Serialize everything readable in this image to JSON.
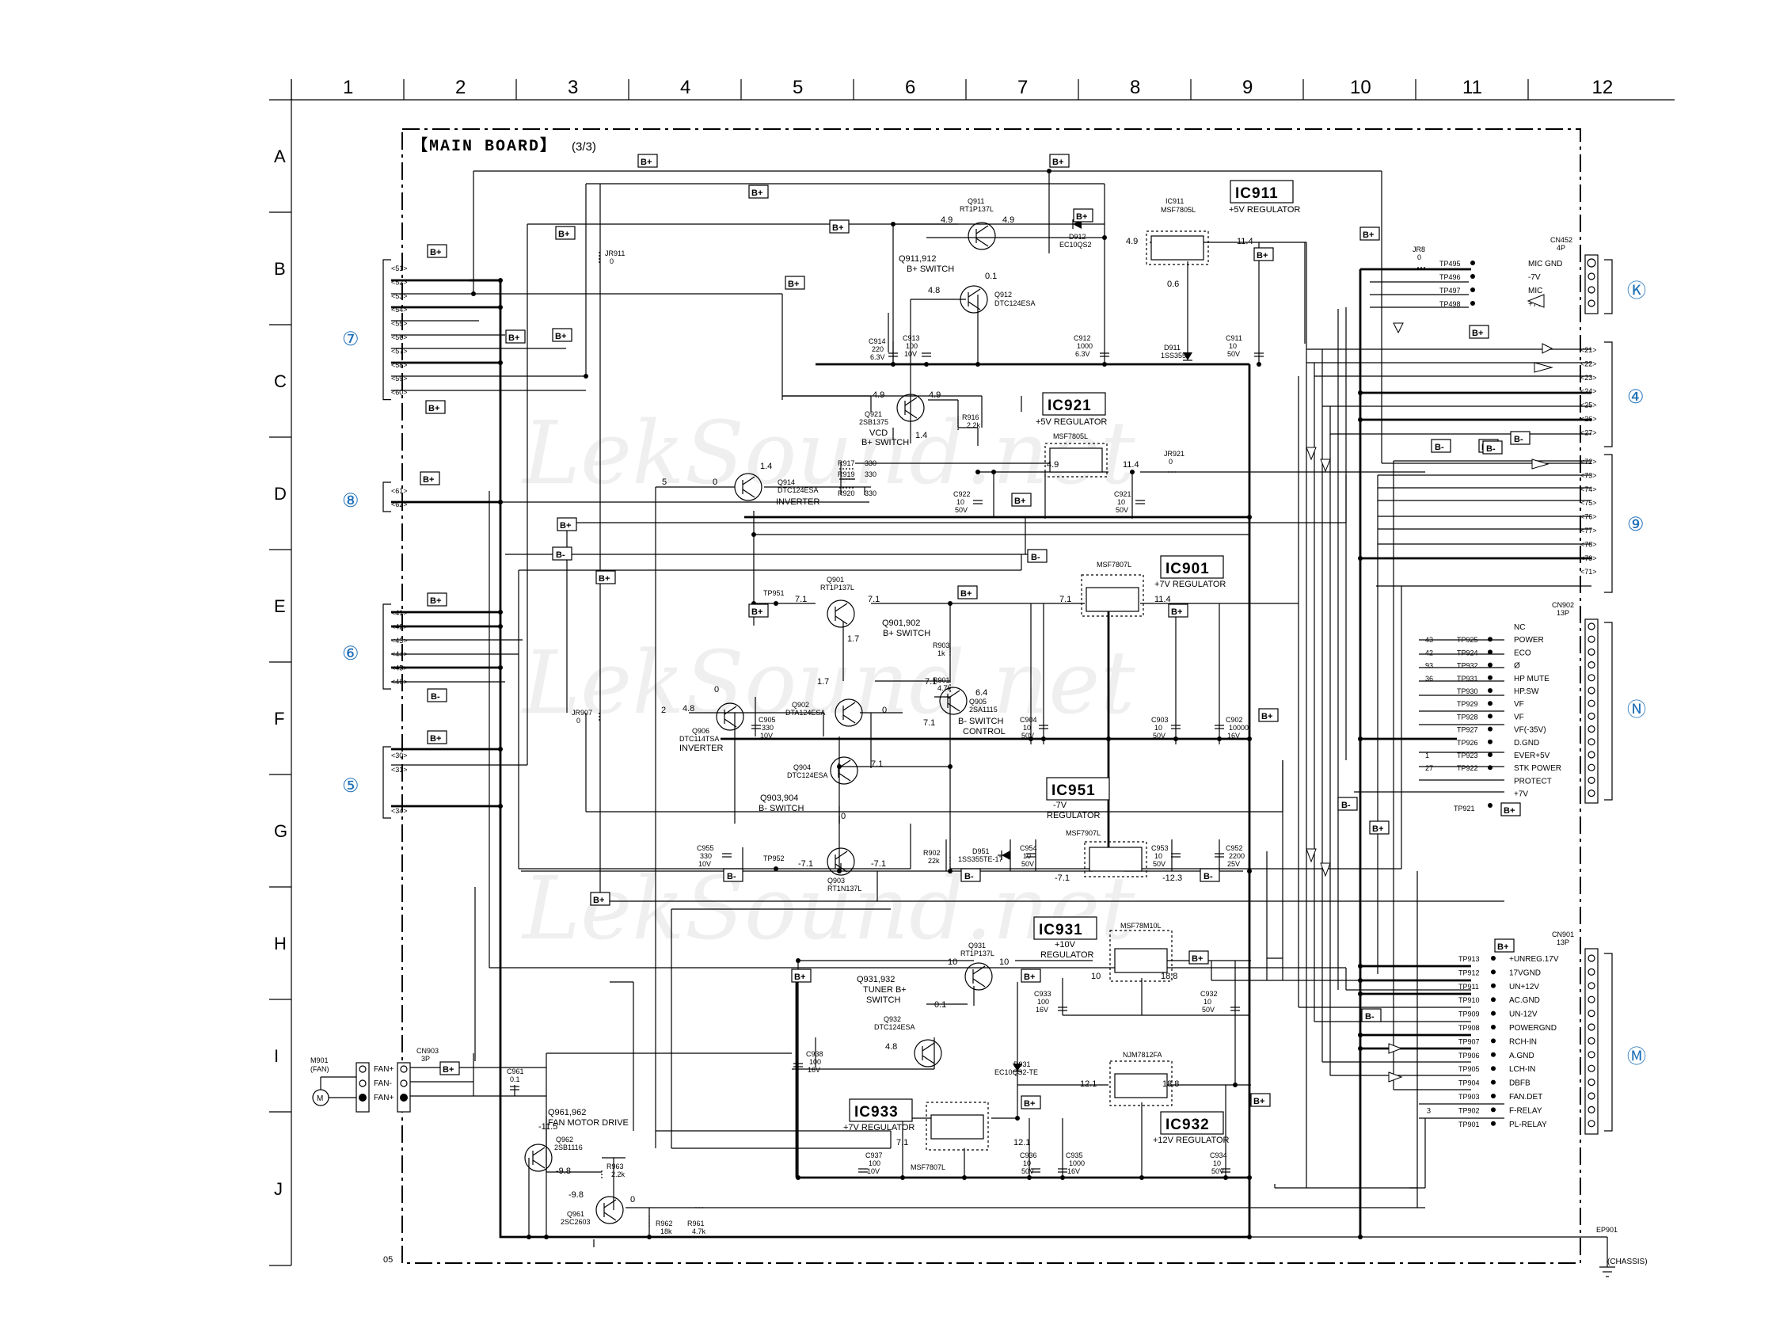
{
  "board": {
    "title": "【MAIN BOARD】",
    "subtitle": "(3/3)",
    "footer_code": "05"
  },
  "grid": {
    "columns": [
      "1",
      "2",
      "3",
      "4",
      "5",
      "6",
      "7",
      "8",
      "9",
      "10",
      "11",
      "12"
    ],
    "rows": [
      "A",
      "B",
      "C",
      "D",
      "E",
      "F",
      "G",
      "H",
      "I",
      "J"
    ]
  },
  "ics": [
    {
      "id": "ic911",
      "label": "IC911",
      "desc": "+5V REGULATOR",
      "part": "MSF7805L"
    },
    {
      "id": "ic921",
      "label": "IC921",
      "desc": "+5V REGULATOR",
      "part": "MSF7805L"
    },
    {
      "id": "ic901",
      "label": "IC901",
      "desc": "+7V REGULATOR",
      "part": "MSF7807L"
    },
    {
      "id": "ic951",
      "label": "IC951",
      "desc": "-7V REGULATOR",
      "part": "MSF7907L"
    },
    {
      "id": "ic931",
      "label": "IC931",
      "desc": "+10V REGULATOR",
      "part": "MSF78M10L"
    },
    {
      "id": "ic932",
      "label": "IC932",
      "desc": "+12V REGULATOR",
      "part": "NJM7812FA"
    },
    {
      "id": "ic933",
      "label": "IC933",
      "desc": "+7V REGULATOR",
      "part": "MSF7807L"
    }
  ],
  "transistors": {
    "q911": {
      "name": "Q911",
      "part": "RT1P137L"
    },
    "q912": {
      "name": "Q912",
      "part": "DTC124ESA"
    },
    "q911_912": {
      "func": "Q911,912",
      "func2": "B+ SWITCH"
    },
    "q921": {
      "name": "Q921",
      "part": "2SB1375",
      "func": "VCD",
      "func2": "B+ SWITCH"
    },
    "q914": {
      "name": "Q914",
      "part": "DTC124ESA",
      "func": "INVERTER"
    },
    "q901": {
      "name": "Q901",
      "part": "RT1P137L",
      "func": "Q901,902",
      "func2": "B+ SWITCH"
    },
    "q902": {
      "name": "Q902",
      "part": "DTA124ESA"
    },
    "q905": {
      "name": "Q905",
      "part": "2SA1115",
      "func": "B- SWITCH",
      "func2": "CONTROL"
    },
    "q906": {
      "name": "Q906",
      "part": "DTC114TSA",
      "func": "INVERTER"
    },
    "q904": {
      "name": "Q904",
      "part": "DTC124ESA",
      "func": "Q903,904",
      "func2": "B- SWITCH"
    },
    "q903": {
      "name": "Q903",
      "part": "RT1N137L"
    },
    "q931": {
      "name": "Q931",
      "part": "RT1P137L",
      "func": "Q931,932",
      "func2": "TUNER B+",
      "func3": "SWITCH"
    },
    "q932": {
      "name": "Q932",
      "part": "DTC124ESA"
    },
    "q962": {
      "name": "Q962",
      "part": "2SB1116",
      "func": "Q961,962",
      "func2": "FAN MOTOR DRIVE"
    },
    "q961": {
      "name": "Q961",
      "part": "2SC2603"
    }
  },
  "diodes": {
    "d912": {
      "name": "D912",
      "part": "EC10QS2"
    },
    "d911": {
      "name": "D911",
      "part": "1SS355"
    },
    "d951": {
      "name": "D951",
      "part": "1SS355TE-17"
    },
    "d931": {
      "name": "D931",
      "part": "EC10QS2-TE"
    }
  },
  "caps": {
    "c914": {
      "name": "C914",
      "v1": "220",
      "v2": "6.3V"
    },
    "c913": {
      "name": "C913",
      "v1": "100",
      "v2": "10V"
    },
    "c912": {
      "name": "C912",
      "v1": "1000",
      "v2": "6.3V"
    },
    "c911": {
      "name": "C911",
      "v1": "10",
      "v2": "50V"
    },
    "c922": {
      "name": "C922",
      "v1": "10",
      "v2": "50V"
    },
    "c921": {
      "name": "C921",
      "v1": "10",
      "v2": "50V"
    },
    "c905": {
      "name": "C905",
      "v1": "330",
      "v2": "10V"
    },
    "c904": {
      "name": "C904",
      "v1": "10",
      "v2": "50V"
    },
    "c903": {
      "name": "C903",
      "v1": "10",
      "v2": "50V"
    },
    "c902": {
      "name": "C902",
      "v1": "10000",
      "v2": "16V"
    },
    "c955": {
      "name": "C955",
      "v1": "330",
      "v2": "10V"
    },
    "c954": {
      "name": "C954",
      "v1": "10",
      "v2": "50V"
    },
    "c953": {
      "name": "C953",
      "v1": "10",
      "v2": "50V"
    },
    "c952": {
      "name": "C952",
      "v1": "2200",
      "v2": "25V"
    },
    "c933": {
      "name": "C933",
      "v1": "100",
      "v2": "16V"
    },
    "c932": {
      "name": "C932",
      "v1": "10",
      "v2": "50V"
    },
    "c938": {
      "name": "C938",
      "v1": "100",
      "v2": "16V"
    },
    "c937": {
      "name": "C937",
      "v1": "100",
      "v2": "10V"
    },
    "c936": {
      "name": "C936",
      "v1": "10",
      "v2": "50V"
    },
    "c935": {
      "name": "C935",
      "v1": "1000",
      "v2": "16V"
    },
    "c934": {
      "name": "C934",
      "v1": "10",
      "v2": "50V"
    },
    "c961": {
      "name": "C961",
      "v1": "0.1"
    }
  },
  "resistors": {
    "jr911": {
      "name": "JR911",
      "v": "0"
    },
    "jr907": {
      "name": "JR907",
      "v": "0"
    },
    "jr921": {
      "name": "JR921",
      "v": "0"
    },
    "jr8": {
      "name": "JR8",
      "v": "0"
    },
    "r916": {
      "name": "R916",
      "v": "2.2k"
    },
    "r917": {
      "name": "R917",
      "v": "330"
    },
    "r919": {
      "name": "R919",
      "v": "330"
    },
    "r920": {
      "name": "R920",
      "v": "330"
    },
    "r903": {
      "name": "R903",
      "v": "1k"
    },
    "r901": {
      "name": "R901",
      "v": "4.7k"
    },
    "r902": {
      "name": "R902",
      "v": "22k"
    },
    "r963": {
      "name": "R963",
      "v": "2.2k"
    },
    "r962": {
      "name": "R962",
      "v": "18k"
    },
    "r961": {
      "name": "R961",
      "v": "4.7k"
    }
  },
  "voltages": {
    "v_49a": "4.9",
    "v_49b": "4.9",
    "v_01": "0.1",
    "v_48": "4.8",
    "v_49c": "4.9",
    "v_114a": "11.4",
    "v_06": "0.6",
    "v_49d": "4.9",
    "v_49e": "4.9",
    "v_14": "1.4",
    "v_49f": "4.9",
    "v_114b": "11.4",
    "v_0a": "0",
    "v_14b": "1.4",
    "v_5": "5",
    "v_71a": "7.1",
    "v_71b": "7.1",
    "v_17a": "1.7",
    "v_71c": "7.1",
    "v_114c": "11.4",
    "v_0b": "0",
    "v_48b": "4.8",
    "v_17b": "1.7",
    "v_0c": "0",
    "v_71d": "7.1",
    "v_64": "6.4",
    "v_71e": "7.1",
    "v_2": "2",
    "v_71f": "7.1",
    "v_0d": "0",
    "v_m71a": "-7.1",
    "v_m71b": "-7.1",
    "v_m71c": "-7.1",
    "v_m123": "-12.3",
    "v_10a": "10",
    "v_10b": "10",
    "v_10c": "10",
    "v_188a": "18.8",
    "v_01b": "0.1",
    "v_48c": "4.8",
    "v_121": "12.1",
    "v_188b": "18.8",
    "v_71g": "7.1",
    "v_121b": "12.1",
    "v_m115": "-11.5",
    "v_m98a": "-9.8",
    "v_m98b": "-9.8",
    "v_0e": "0"
  },
  "tags": {
    "bplus": "B+",
    "bminus": "B-"
  },
  "tps": {
    "tp951": "TP951",
    "tp952": "TP952",
    "tp921": "TP921"
  },
  "left_connectors": {
    "c7": {
      "circle": "⑦",
      "pins": [
        "51",
        "52",
        "53",
        "54",
        "55",
        "56",
        "57",
        "58",
        "59",
        "60"
      ]
    },
    "c8": {
      "circle": "⑧",
      "pins": [
        "61",
        "62"
      ]
    },
    "c6": {
      "circle": "⑥",
      "pins": [
        "41",
        "42",
        "43",
        "44",
        "45",
        "46"
      ]
    },
    "c5": {
      "circle": "⑤",
      "pins": [
        "30",
        "31",
        "34"
      ]
    }
  },
  "right_connectors": {
    "k": {
      "circle": "Ⓚ",
      "name": "CN452",
      "pins_count": "4P",
      "rows": [
        {
          "tp": "TP495",
          "sig": "MIC GND"
        },
        {
          "tp": "TP496",
          "sig": "-7V"
        },
        {
          "tp": "TP497",
          "sig": "MIC"
        },
        {
          "tp": "TP498",
          "sig": "+7V"
        }
      ]
    },
    "c4": {
      "circle": "④",
      "pins": [
        "21",
        "22",
        "23",
        "24",
        "25",
        "26",
        "27"
      ]
    },
    "c9": {
      "circle": "⑨",
      "pins": [
        "72",
        "73",
        "74",
        "75",
        "76",
        "77",
        "78",
        "79",
        "71"
      ]
    },
    "n": {
      "circle": "Ⓝ",
      "name": "CN902",
      "pins_count": "13P",
      "rows": [
        {
          "num": "",
          "tp": "",
          "sig": "NC"
        },
        {
          "num": "43",
          "tp": "TP925",
          "sig": "POWER"
        },
        {
          "num": "42",
          "tp": "TP924",
          "sig": "ECO"
        },
        {
          "num": "93",
          "tp": "TP932",
          "sig": "Ø"
        },
        {
          "num": "36",
          "tp": "TP931",
          "sig": "HP MUTE"
        },
        {
          "num": "",
          "tp": "TP930",
          "sig": "HP.SW"
        },
        {
          "num": "",
          "tp": "TP929",
          "sig": "VF"
        },
        {
          "num": "",
          "tp": "TP928",
          "sig": "VF"
        },
        {
          "num": "",
          "tp": "TP927",
          "sig": "VF(-35V)"
        },
        {
          "num": "",
          "tp": "TP926",
          "sig": "D.GND"
        },
        {
          "num": "1",
          "tp": "TP923",
          "sig": "EVER+5V"
        },
        {
          "num": "27",
          "tp": "TP922",
          "sig": "STK POWER"
        },
        {
          "num": "",
          "tp": "",
          "sig": "PROTECT"
        },
        {
          "num": "",
          "tp": "",
          "sig": "+7V"
        }
      ]
    },
    "m": {
      "circle": "Ⓜ",
      "name": "CN901",
      "pins_count": "13P",
      "rows": [
        {
          "num": "",
          "tp": "TP913",
          "sig": "+UNREG.17V"
        },
        {
          "num": "",
          "tp": "TP912",
          "sig": "17VGND"
        },
        {
          "num": "",
          "tp": "TP911",
          "sig": "UN+12V"
        },
        {
          "num": "",
          "tp": "TP910",
          "sig": "AC.GND"
        },
        {
          "num": "",
          "tp": "TP909",
          "sig": "UN-12V"
        },
        {
          "num": "",
          "tp": "TP908",
          "sig": "POWERGND"
        },
        {
          "num": "",
          "tp": "TP907",
          "sig": "RCH-IN"
        },
        {
          "num": "",
          "tp": "TP906",
          "sig": "A.GND"
        },
        {
          "num": "",
          "tp": "TP905",
          "sig": "LCH-IN"
        },
        {
          "num": "",
          "tp": "TP904",
          "sig": "DBFB"
        },
        {
          "num": "",
          "tp": "TP903",
          "sig": "FAN.DET"
        },
        {
          "num": "3",
          "tp": "TP902",
          "sig": "F-RELAY"
        },
        {
          "num": "",
          "tp": "TP901",
          "sig": "PL-RELAY"
        }
      ]
    }
  },
  "fan": {
    "motor": "M901",
    "motor2": "(FAN)",
    "m": "M",
    "cn": "CN903",
    "cn2": "3P",
    "pins": [
      "FAN+",
      "FAN-",
      "FAN+"
    ]
  },
  "chassis": {
    "ep": "EP901",
    "label": "(CHASSIS)"
  },
  "watermark": "LekSound.net"
}
